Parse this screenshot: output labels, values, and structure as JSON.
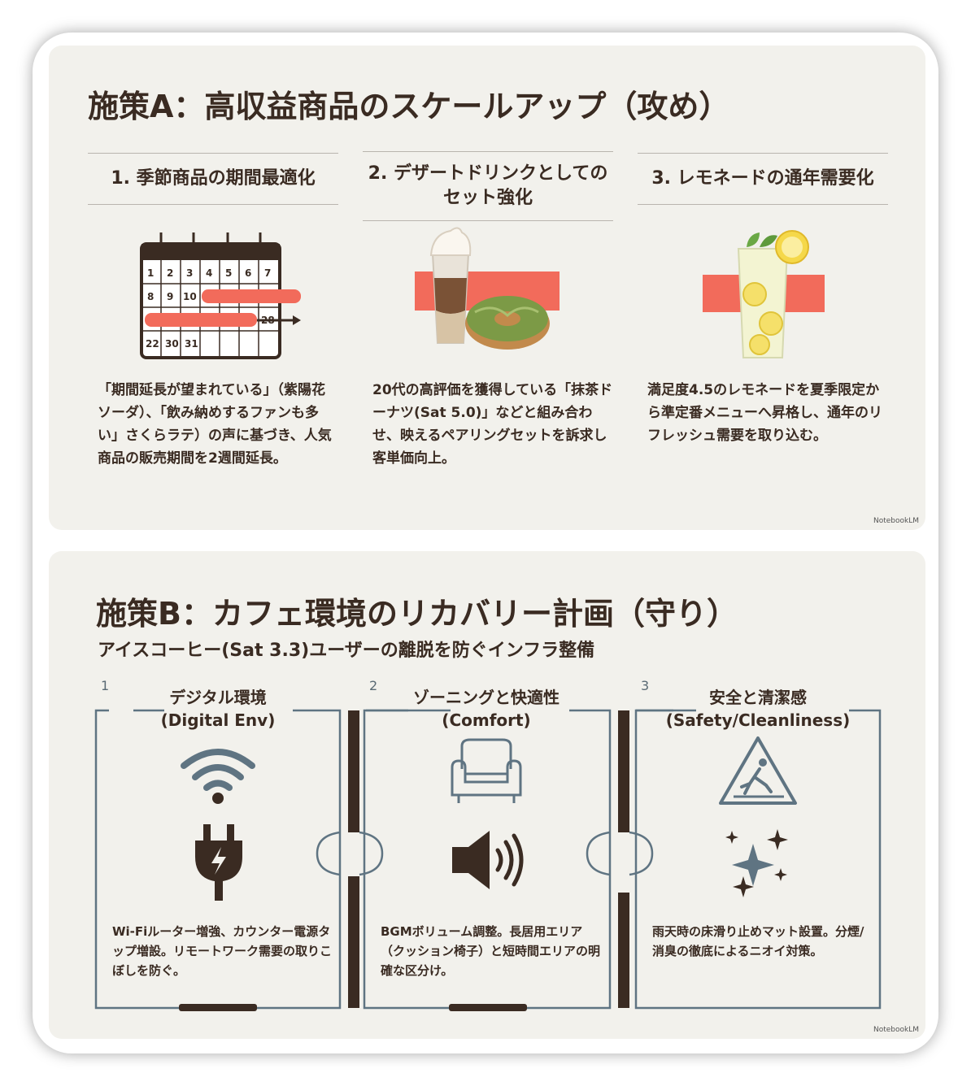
{
  "slide_a": {
    "title": "施策A：高収益商品のスケールアップ（攻め）",
    "items": [
      {
        "heading": "1. 季節商品の期間最適化",
        "description": "「期間延長が望まれている」（紫陽花ソーダ）、「飲み納めするファンも多い」さくらラテ）の声に基づき、人気商品の販売期間を2週間延長。",
        "icon": "calendar-icon",
        "calendar_days": [
          "1",
          "2",
          "3",
          "4",
          "5",
          "6",
          "7",
          "8",
          "9",
          "10",
          "28",
          "22",
          "30",
          "31"
        ]
      },
      {
        "heading": "2. デザートドリンクとしてのセット強化",
        "description": "20代の高評価を獲得している「抹茶ドーナツ(Sat 5.0)」などと組み合わせ、映えるペアリングセットを訴求し客単価向上。",
        "icon": "latte-donut-icon"
      },
      {
        "heading": "3. レモネードの通年需要化",
        "description": "満足度4.5のレモネードを夏季限定から準定番メニューへ昇格し、通年のリフレッシュ需要を取り込む。",
        "icon": "lemonade-icon"
      }
    ],
    "footer": "NotebookLM"
  },
  "slide_b": {
    "title": "施策B：カフェ環境のリカバリー計画（守り）",
    "subtitle": "アイスコーヒー(Sat 3.3)ユーザーの離脱を防ぐインフラ整備",
    "items": [
      {
        "number": "1",
        "heading_line1": "デジタル環境",
        "heading_line2": "(Digital Env)",
        "description": "Wi-Fiルーター増強、カウンター電源タップ増設。リモートワーク需要の取りこぼしを防ぐ。",
        "icons": [
          "wifi-icon",
          "plug-icon"
        ]
      },
      {
        "number": "2",
        "heading_line1": "ゾーニングと快適性",
        "heading_line2": "(Comfort)",
        "description": "BGMボリューム調整。長居用エリア（クッション椅子）と短時間エリアの明確な区分け。",
        "icons": [
          "armchair-icon",
          "speaker-icon"
        ]
      },
      {
        "number": "3",
        "heading_line1": "安全と清潔感",
        "heading_line2": "(Safety/Cleanliness)",
        "description": "雨天時の床滑り止めマット設置。分煙/消臭の徹底によるニオイ対策。",
        "icons": [
          "wet-floor-icon",
          "sparkle-icon"
        ]
      }
    ],
    "footer": "NotebookLM"
  },
  "colors": {
    "background": "#f2f1ec",
    "text": "#3a2b22",
    "accent": "#f26b5b",
    "line": "#5f7482"
  }
}
